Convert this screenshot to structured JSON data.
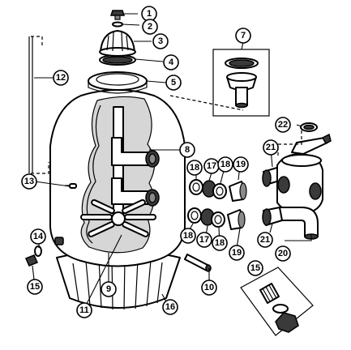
{
  "callouts": {
    "c1": "1",
    "c2": "2",
    "c3": "3",
    "c4": "4",
    "c5": "5",
    "c7": "7",
    "c8": "8",
    "c9": "9",
    "c10": "10",
    "c11": "11",
    "c12": "12",
    "c13": "13",
    "c14": "14",
    "c15a": "15",
    "c15b": "15",
    "c16": "16",
    "c17a": "17",
    "c17b": "17",
    "c18a": "18",
    "c18b": "18",
    "c18c": "18",
    "c18d": "18",
    "c19a": "19",
    "c19b": "19",
    "c20": "20",
    "c21a": "21",
    "c21b": "21",
    "c22": "22"
  }
}
